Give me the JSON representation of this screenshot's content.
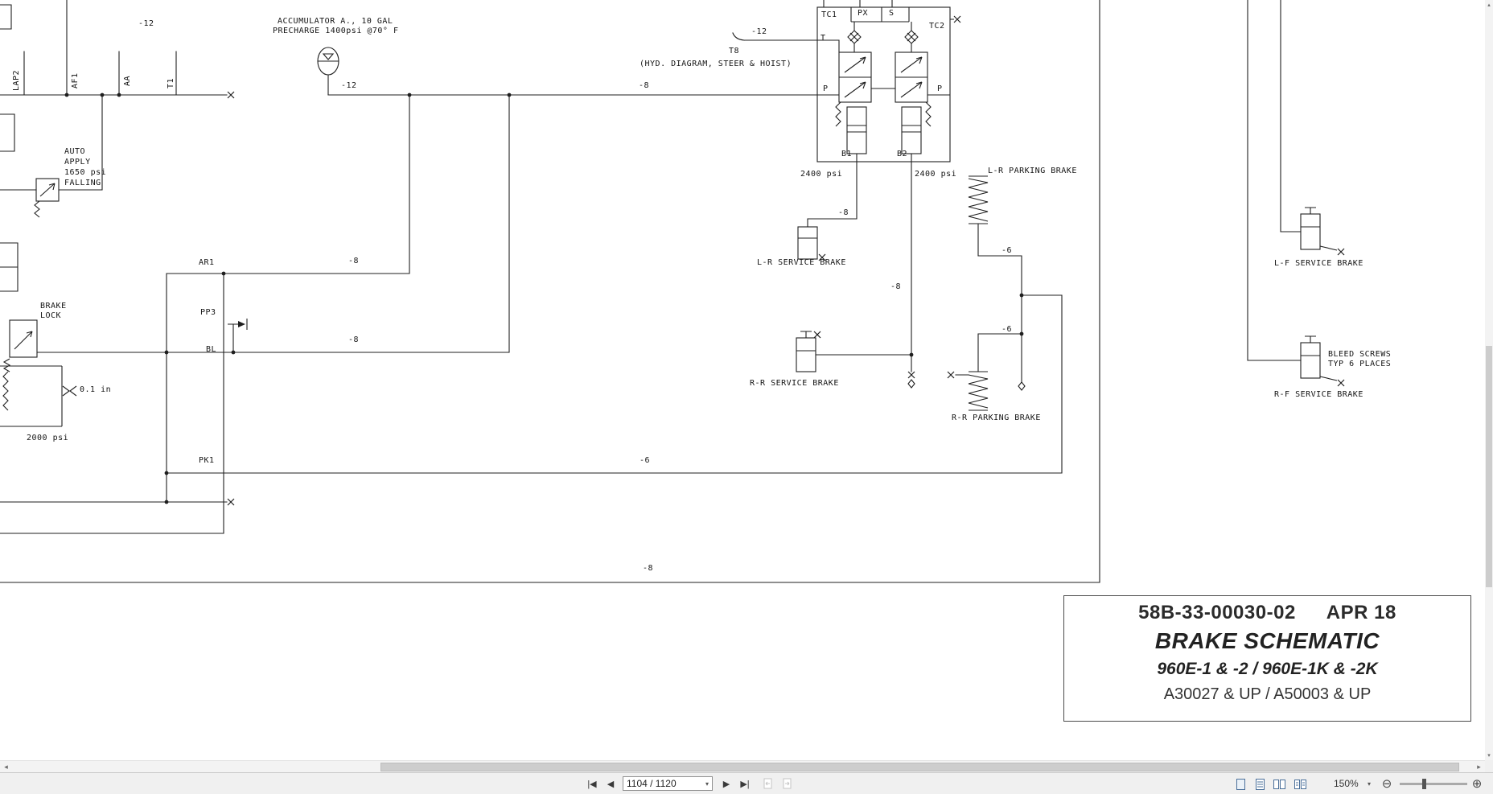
{
  "schematic": {
    "notes": {
      "accumulator_1": "ACCUMULATOR A., 10 GAL",
      "accumulator_2": "PRECHARGE 1400psi @70° F",
      "t8_ref": "(HYD. DIAGRAM, STEER & HOIST)",
      "auto_1": "AUTO",
      "auto_2": "APPLY",
      "auto_3": "1650 psi",
      "auto_4": "FALLING",
      "brake_lock_1": "BRAKE",
      "brake_lock_2": "LOCK",
      "bleed_1": "BLEED SCREWS",
      "bleed_2": "TYP 6 PLACES",
      "gap_setting": "0.1 in",
      "pressure_2000": "2000 psi",
      "pressure_2400_left": "2400 psi",
      "pressure_2400_right": "2400 psi"
    },
    "ports": {
      "lap2": "LAP2",
      "af1": "AF1",
      "aa": "AA",
      "t1": "T1",
      "tc1": "TC1",
      "px": "PX",
      "s": "S",
      "tc2": "TC2",
      "t": "T",
      "p_left": "P",
      "p_right": "P",
      "b1": "B1",
      "b2": "B2",
      "t8": "T8",
      "ar1": "AR1",
      "pp3": "PP3",
      "bl": "BL",
      "pk1": "PK1"
    },
    "hoses": {
      "h12_top": "-12",
      "h12_accumulator": "-12",
      "h12_t8": "-12",
      "h8_supply": "-8",
      "h8_b1": "-8",
      "h8_b2": "-8",
      "h8_ar1": "-8",
      "h8_bl": "-8",
      "h8_bottom": "-8",
      "h6_lr_parking": "-6",
      "h6_rr_parking": "-6",
      "h6_pk1": "-6"
    },
    "components": {
      "lr_parking": "L-R PARKING BRAKE",
      "lr_service": "L-R SERVICE BRAKE",
      "rr_service": "R-R SERVICE BRAKE",
      "rr_parking": "R-R PARKING BRAKE",
      "lf_service": "L-F SERVICE BRAKE",
      "rf_service": "R-F SERVICE BRAKE"
    },
    "title_block": {
      "doc_number": "58B-33-00030-02",
      "date": "APR 18",
      "title": "BRAKE SCHEMATIC",
      "models": "960E-1 & -2 / 960E-1K & -2K",
      "serials": "A30027 & UP / A50003 & UP"
    }
  },
  "viewer": {
    "page_indicator": "1104 / 1120",
    "zoom_level": "150%",
    "icons": {
      "first_page": "|◀",
      "previous_page": "◀",
      "next_page": "▶",
      "last_page": "▶|",
      "page_dropdown_caret": "▾",
      "zoom_dropdown_caret": "▾",
      "zoom_out": "⊖",
      "zoom_in": "⊕",
      "hscroll_left": "◂",
      "hscroll_right": "▸",
      "vscroll_up": "▴",
      "vscroll_down": "▾"
    }
  }
}
